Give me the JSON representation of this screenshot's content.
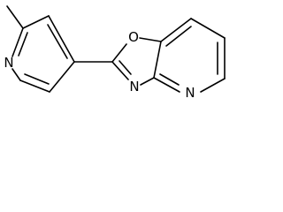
{
  "molecule": {
    "atoms": {
      "pyridine_n": "N",
      "oxazole_o": "O",
      "oxazole_n": "N",
      "pyridine_fused_n": "N"
    }
  }
}
